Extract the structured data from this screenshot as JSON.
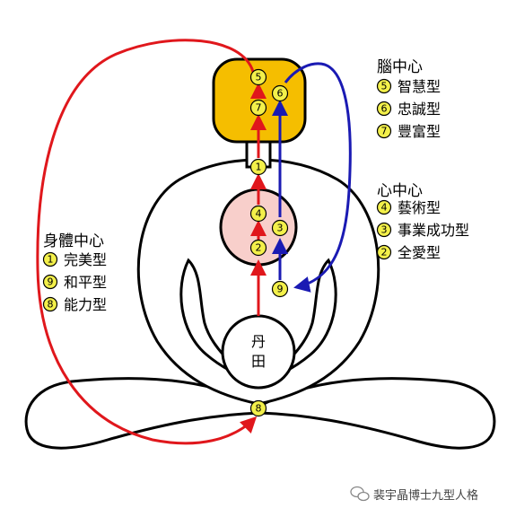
{
  "colors": {
    "head": "#F5BE00",
    "heart": "#F8CFCB",
    "marker": "#F3F04A",
    "red": "#E0171C",
    "blue": "#1A1AB3",
    "outline": "#000000"
  },
  "centers": {
    "head": {
      "title": "腦中心",
      "items": [
        {
          "num": "5",
          "label": "智慧型"
        },
        {
          "num": "6",
          "label": "忠誠型"
        },
        {
          "num": "7",
          "label": "豐富型"
        }
      ]
    },
    "heart": {
      "title": "心中心",
      "items": [
        {
          "num": "4",
          "label": "藝術型"
        },
        {
          "num": "3",
          "label": "事業成功型"
        },
        {
          "num": "2",
          "label": "全愛型"
        }
      ]
    },
    "body": {
      "title": "身體中心",
      "items": [
        {
          "num": "1",
          "label": "完美型"
        },
        {
          "num": "9",
          "label": "和平型"
        },
        {
          "num": "8",
          "label": "能力型"
        }
      ]
    }
  },
  "figure": {
    "dantian_line1": "丹",
    "dantian_line2": "田"
  },
  "markers": {
    "m5": "5",
    "m6": "6",
    "m7": "7",
    "m1": "1",
    "m4": "4",
    "m3": "3",
    "m2": "2",
    "m9": "9",
    "m8": "8"
  },
  "watermark": {
    "text": "裴宇晶博士九型人格",
    "icon": "wechat-icon"
  }
}
